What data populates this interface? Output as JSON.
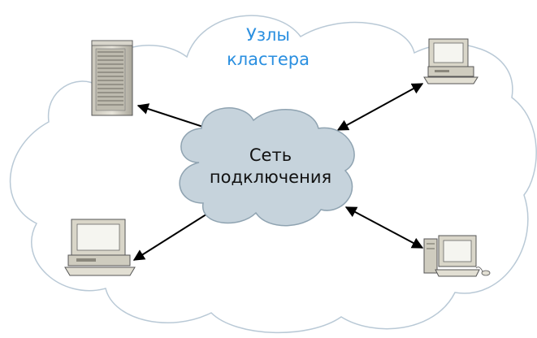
{
  "title": {
    "line1": "Узлы",
    "line2": "кластера"
  },
  "network": {
    "line1": "Сеть",
    "line2": "подключения"
  },
  "nodes": [
    {
      "icon": "server-tower-icon"
    },
    {
      "icon": "desktop-computer-icon"
    },
    {
      "icon": "desktop-computer-icon"
    },
    {
      "icon": "desktop-computer-icon"
    }
  ],
  "colors": {
    "outer_cloud_stroke": "#b9c9d6",
    "network_cloud_fill": "#c6d3dc",
    "network_cloud_stroke": "#8fa3b1",
    "title_text": "#2a8fe0",
    "arrow": "#000000"
  }
}
